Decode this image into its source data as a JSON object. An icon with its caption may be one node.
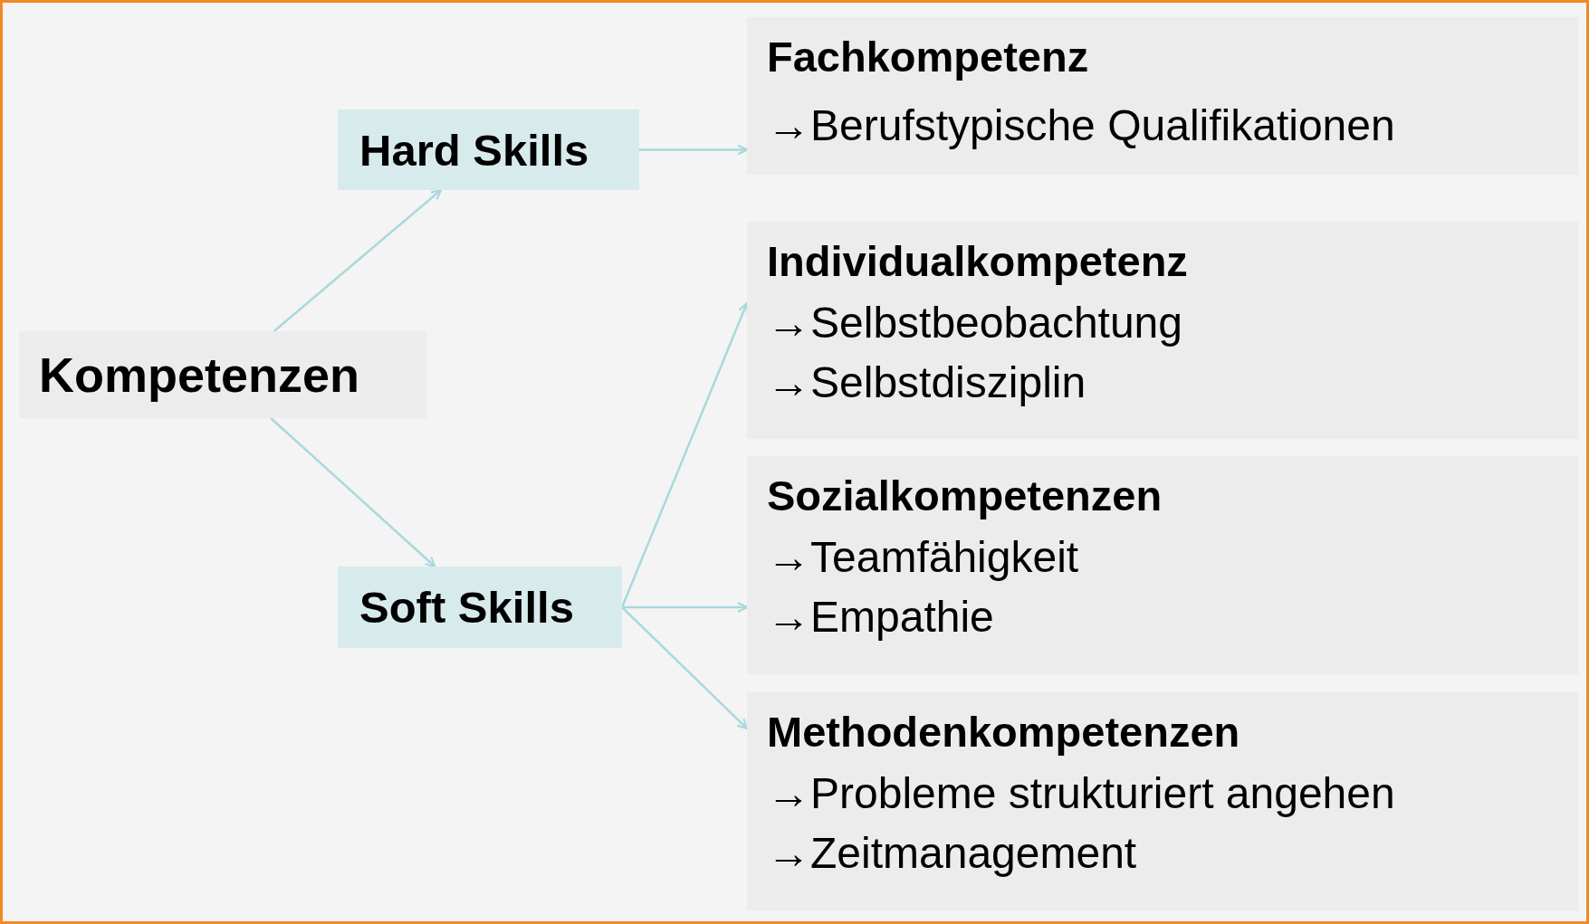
{
  "diagram": {
    "nodes": [
      {
        "text": [
          "Kompetenzen"
        ]
      },
      {
        "text": [
          "Hard Skills"
        ]
      },
      {
        "text": [
          "Soft Skills"
        ]
      },
      {
        "text": [
          "Fachkompetenz",
          "→Berufstypische Qualifikationen"
        ]
      },
      {
        "text": [
          "Individualkompetenz",
          "→Selbstbeobachtung",
          "→Selbstdisziplin"
        ]
      },
      {
        "text": [
          "Sozialkompetenzen",
          "→Teamfähigkeit",
          "→Empathie"
        ]
      },
      {
        "text": [
          "Methodenkompetenzen",
          "→Probleme strukturiert angehen",
          "→Zeitmanagement"
        ]
      }
    ],
    "edges": [
      {
        "from": 0,
        "to": 1,
        "arrow": "to"
      },
      {
        "from": 0,
        "to": 2,
        "arrow": "to"
      },
      {
        "from": 1,
        "to": 3,
        "arrow": "to"
      },
      {
        "from": 2,
        "to": 4,
        "arrow": "to"
      },
      {
        "from": 2,
        "to": 5,
        "arrow": "to"
      },
      {
        "from": 2,
        "to": 6,
        "arrow": "to"
      }
    ]
  }
}
